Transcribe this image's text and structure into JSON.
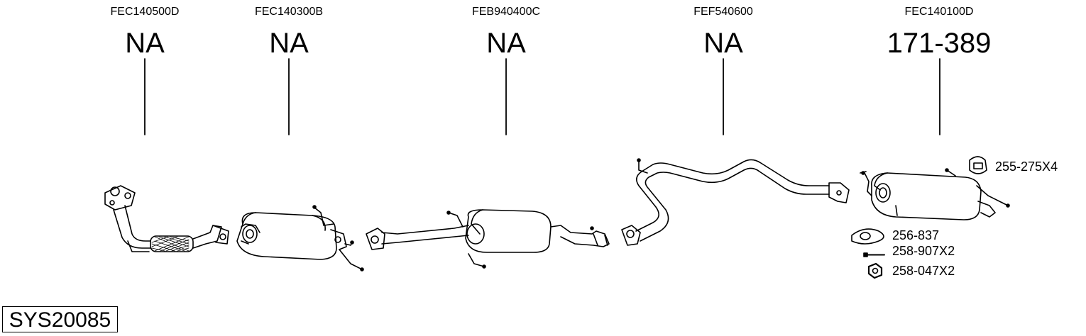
{
  "parts": [
    {
      "ref": "FEC140500D",
      "code": "NA"
    },
    {
      "ref": "FEC140300B",
      "code": "NA"
    },
    {
      "ref": "FEB940400C",
      "code": "NA"
    },
    {
      "ref": "FEF540600",
      "code": "NA"
    },
    {
      "ref": "FEC140100D",
      "code": "171-389"
    }
  ],
  "accessories": [
    {
      "code": "255-275X4",
      "icon": "rubber-hanger-icon"
    },
    {
      "code": "256-837",
      "icon": "flange-gasket-icon"
    },
    {
      "code": "258-907X2",
      "icon": "bolt-icon"
    },
    {
      "code": "258-047X2",
      "icon": "nut-icon"
    }
  ],
  "system_id": "SYS20085"
}
